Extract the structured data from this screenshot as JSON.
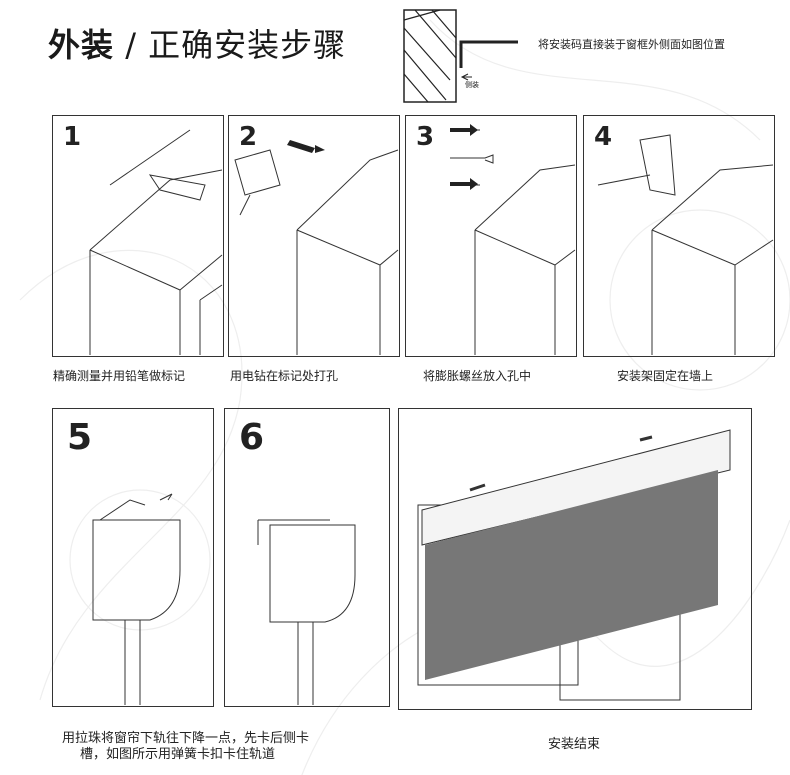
{
  "header": {
    "title_bold": "外装",
    "title_sep": " / ",
    "title_rest": "正确安装步骤",
    "note": "将安装码直接装于窗框外侧面如图位置",
    "side_label": "侧装"
  },
  "steps": [
    {
      "number": "1",
      "caption": "精确测量并用铅笔做标记"
    },
    {
      "number": "2",
      "caption": "用电钻在标记处打孔"
    },
    {
      "number": "3",
      "caption": "将膨胀螺丝放入孔中"
    },
    {
      "number": "4",
      "caption": "安装架固定在墙上"
    },
    {
      "number": "5",
      "caption_line1": "用拉珠将窗帘下轨往下降一点，先卡后侧卡",
      "caption_line2": "槽，如图所示用弹簧卡扣卡住轨道"
    },
    {
      "number": "6"
    },
    {
      "caption": "安装结束"
    }
  ]
}
